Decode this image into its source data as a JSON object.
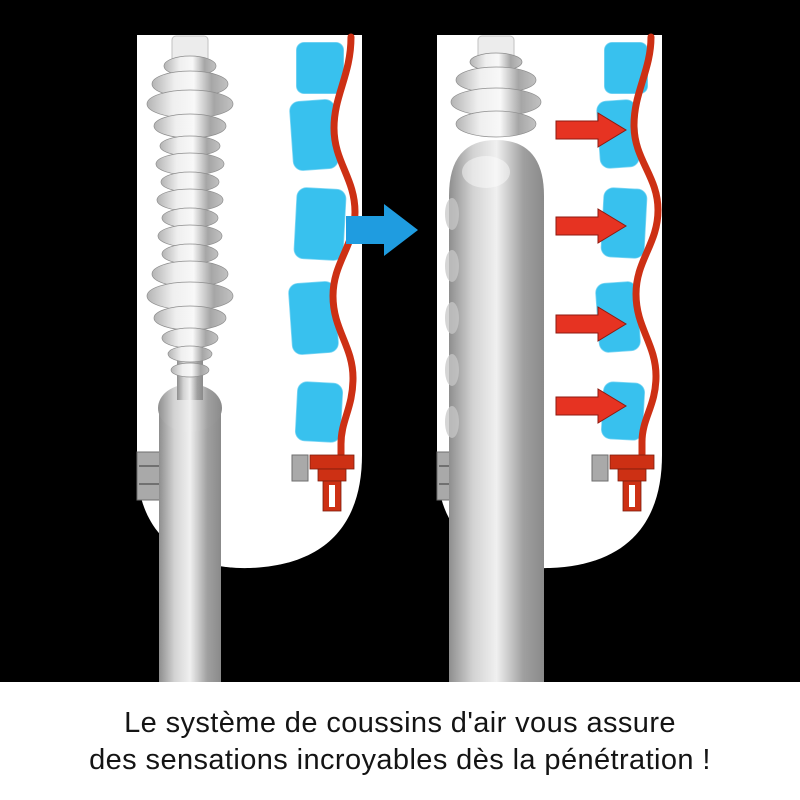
{
  "caption": {
    "line1": "Le système de coussins d'air vous assure",
    "line2": "des sensations incroyables dès la pénétration !"
  },
  "colors": {
    "background": "#000000",
    "caption_bg": "#ffffff",
    "caption_text": "#141414",
    "panel_white": "#ffffff",
    "cushion_blue": "#38c1ee",
    "wall_red": "#cd3014",
    "arrow_blue": "#1f9ce0",
    "arrow_red": "#e63322"
  },
  "icons": {
    "transition_arrow": "blue-right-arrow",
    "pressure_arrow": "red-right-arrow",
    "pressure_arrow_count": 4
  }
}
